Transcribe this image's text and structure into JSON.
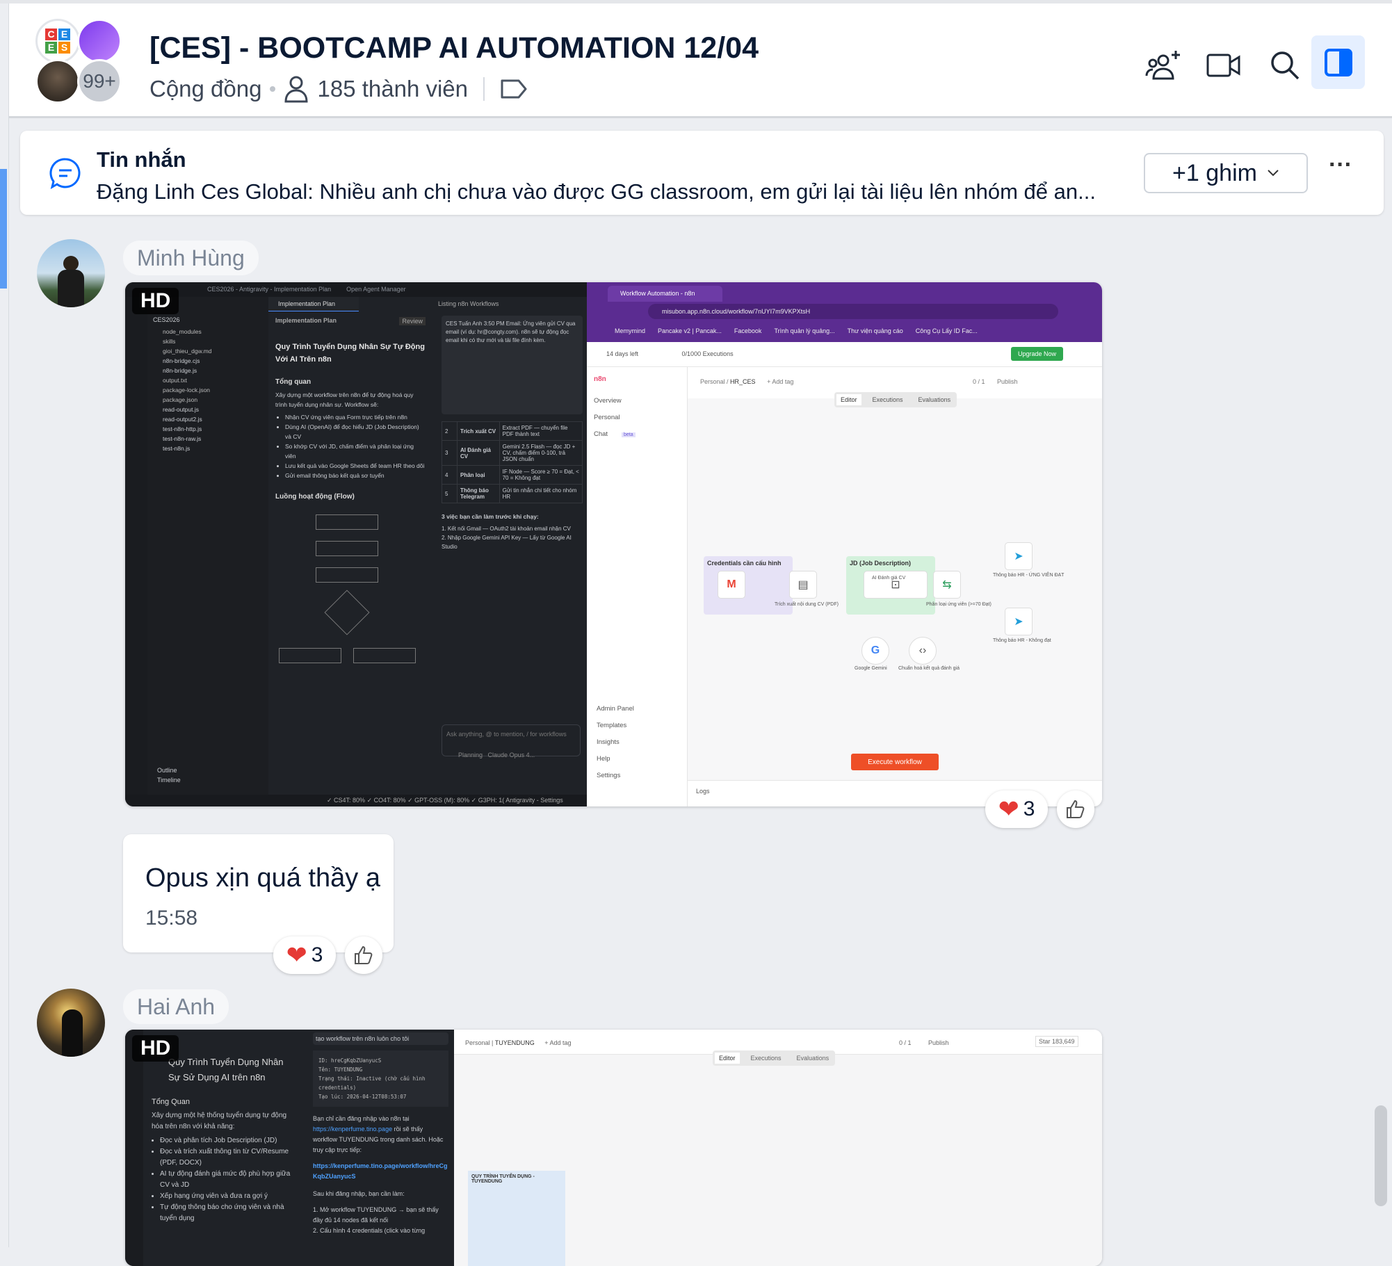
{
  "header": {
    "title": "[CES] - BOOTCAMP AI AUTOMATION 12/04",
    "type": "Cộng đồng",
    "members": "185 thành viên",
    "avatar_overflow": "99+",
    "logo_text": "CES",
    "actions": [
      "add-member-icon",
      "video-call-icon",
      "search-icon",
      "sidebar-toggle-icon"
    ],
    "accent": "#0068ff"
  },
  "pinned": {
    "title": "Tin nhắn",
    "message": "Đặng Linh Ces Global: Nhiều anh chị chưa vào được GG classroom, em gửi lại tài liệu lên nhóm để an...",
    "pin_button": "+1 ghim",
    "more": "···"
  },
  "messages": [
    {
      "sender": "Minh Hùng",
      "badge": "HD",
      "reactions": {
        "heart_count": "3"
      },
      "screenshot_left": {
        "window_title": "CES2026 - Antigravity - Implementation Plan",
        "agent_manager": "Open Agent Manager",
        "tab": "Implementation Plan",
        "chat_tab": "Listing n8n Workflows",
        "explorer_root": "CES2026",
        "files": [
          "node_modules",
          "skills",
          "gioi_thieu_dgw.md",
          "n8n-bridge.cjs",
          "n8n-bridge.js",
          "output.txt",
          "package-lock.json",
          "package.json",
          "read-output.js",
          "read-output2.js",
          "test-n8n-http.js",
          "test-n8n-raw.js",
          "test-n8n.js"
        ],
        "outline": "Outline",
        "timeline": "Timeline",
        "doc_header": "Implementation Plan",
        "review": "Review",
        "doc_title": "Quy Trình Tuyển Dụng Nhân Sự Tự Động Với AI Trên n8n",
        "overview_heading": "Tổng quan",
        "overview_text": "Xây dựng một workflow trên n8n để tự động hoá quy trình tuyển dụng nhân sự. Workflow sẽ:",
        "bullets": [
          "Nhận CV ứng viên qua Form trực tiếp trên n8n",
          "Dùng AI (OpenAI) để đọc hiểu JD (Job Description) và CV",
          "So khớp CV với JD, chấm điểm và phân loại ứng viên",
          "Lưu kết quả vào Google Sheets để team HR theo dõi",
          "Gửi email thông báo kết quả sơ tuyển"
        ],
        "flow_heading": "Luồng hoạt động (Flow)",
        "chat_message": "CES Tuấn Anh 3:50 PM Email: Ứng viên gửi CV qua email (ví dụ: hr@congty.com). n8n sẽ tự động đọc email khi có thư mới và tải file đính kèm.",
        "table_rows": [
          {
            "n": "2",
            "step": "Trích xuất CV",
            "desc": "Extract PDF — chuyển file PDF thành text"
          },
          {
            "n": "3",
            "step": "AI Đánh giá CV",
            "desc": "Gemini 2.5 Flash — đọc JD + CV, chấm điểm 0-100, trả JSON chuẩn"
          },
          {
            "n": "4",
            "step": "Phân loại",
            "desc": "IF Node — Score ≥ 70 = Đạt, < 70 = Không đạt"
          },
          {
            "n": "5",
            "step": "Thông báo Telegram",
            "desc": "Gửi tin nhắn chi tiết cho nhóm HR"
          }
        ],
        "warning": "3 việc bạn cần làm trước khi chạy:",
        "todo": [
          "1. Kết nối Gmail — OAuth2 tài khoản email nhận CV",
          "2. Nhập Google Gemini API Key — Lấy từ Google AI Studio"
        ],
        "chat_placeholder": "Ask anything, @ to mention, / for workflows",
        "planning": "Planning",
        "model": "Claude Opus 4...",
        "status_bar": "✓ CS4T: 80%  ✓ CO4T: 80%  ✓ GPT-OSS (M): 80%  ✓ G3PH: 1( Antigravity - Settings"
      },
      "screenshot_right": {
        "browser_tab": "Workflow Automation - n8n",
        "url": "misubon.app.n8n.cloud/workflow/7nUYI7m9VKPXtsH",
        "bookmarks": [
          "Memymind",
          "Pancake v2 | Pancak...",
          "Facebook",
          "Trình quản lý quảng...",
          "Thư viện quảng cáo",
          "Công Cụ Lấy ID Fac..."
        ],
        "trial": "14 days left",
        "executions": "0/1000 Executions",
        "upgrade": "Upgrade Now",
        "brand": "n8n",
        "nav": [
          "Overview",
          "Personal",
          "Chat"
        ],
        "chat_beta": "beta",
        "nav_bottom": [
          "Admin Panel",
          "Templates",
          "Insights",
          "Help",
          "Settings"
        ],
        "breadcrumb": [
          "Personal",
          "HR_CES"
        ],
        "add_tag": "+ Add tag",
        "version": "0 / 1",
        "publish": "Publish",
        "tabs": [
          "Editor",
          "Executions",
          "Evaluations"
        ],
        "sticky1": "Credentials cần cấu hình",
        "sticky2": "JD (Job Description)",
        "nodes": [
          "Trích xuất nội dung CV (PDF)",
          "AI Đánh giá CV",
          "Phân loại ứng viên (>=70 Đạt)",
          "Thông báo HR - ỨNG VIÊN ĐẠT",
          "Thông báo HR - Không đạt",
          "Google Gemini",
          "Chuẩn hoá kết quả đánh giá"
        ],
        "execute": "Execute workflow",
        "logs": "Logs"
      }
    },
    {
      "text": "Opus xịn quá thầy ạ",
      "time": "15:58",
      "reactions": {
        "heart_count": "3"
      }
    },
    {
      "sender": "Hai Anh",
      "badge": "HD",
      "screenshot_left": {
        "chat_top": "tạo workflow trên n8n luôn cho tôi",
        "doc_title": "Quy Trình Tuyển Dụng Nhân Sự Sử Dụng AI trên n8n",
        "overview_heading": "Tổng Quan",
        "overview_text": "Xây dựng một hệ thống tuyển dụng tự động hóa trên n8n với khả năng:",
        "bullets": [
          "Đọc và phân tích Job Description (JD)",
          "Đọc và trích xuất thông tin từ CV/Resume (PDF, DOCX)",
          "AI tự động đánh giá mức độ phù hợp giữa CV và JD",
          "Xếp hạng ứng viên và đưa ra gợi ý",
          "Tự động thông báo cho ứng viên và nhà tuyển dụng"
        ],
        "code_lines": [
          "ID:      hreCgKqbZUanyucS",
          "Tên:     TUYENDUNG",
          "Trạng thái: Inactive (chờ cấu hình credentials)",
          "Tạo lúc:  2026-04-12T08:53:07"
        ],
        "chat_text1": "Bạn chỉ cần đăng nhập vào n8n tại",
        "link1": "https://kenperfume.tino.page",
        "chat_text2": "rồi sẽ thấy workflow TUYENDUNG trong danh sách. Hoặc truy cập trực tiếp:",
        "link2": "https://kenperfume.tino.page/workflow/hreCgKqbZUanyucS",
        "chat_text3": "Sau khi đăng nhập, bạn cần làm:",
        "steps": [
          "1. Mở workflow TUYENDUNG → bạn sẽ thấy đầy đủ 14 nodes đã kết nối",
          "2. Cấu hình 4 credentials (click vào từng"
        ]
      },
      "screenshot_right": {
        "breadcrumb": [
          "Personal",
          "TUYENDUNG"
        ],
        "add_tag": "+ Add tag",
        "version": "0 / 1",
        "publish": "Publish",
        "star": "Star",
        "stars_count": "183,649",
        "tabs": [
          "Editor",
          "Executions",
          "Evaluations"
        ],
        "sticky": "QUY TRÌNH TUYỂN DỤNG - TUYENDUNG"
      }
    }
  ]
}
